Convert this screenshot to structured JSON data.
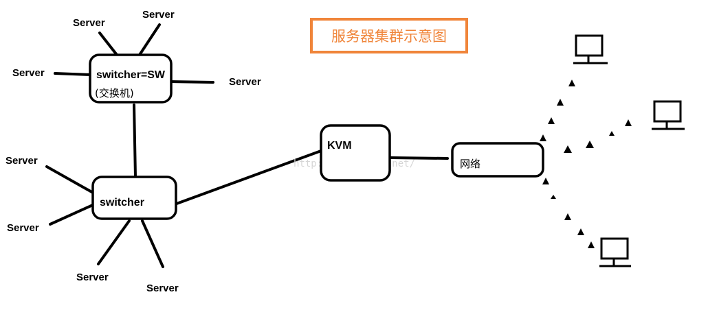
{
  "title": "服务器集群示意图",
  "colors": {
    "title": "#f0853a",
    "stroke": "#000000",
    "watermark": "#d6d6d6"
  },
  "top_switch": {
    "label_line1": "switcher=SW",
    "label_line2": "(交换机)",
    "servers": [
      "Server",
      "Server",
      "Server",
      "Server"
    ]
  },
  "bottom_switch": {
    "label": "switcher",
    "servers": [
      "Server",
      "Server",
      "Server",
      "Server"
    ]
  },
  "kvm": {
    "label": "KVM"
  },
  "network": {
    "label": "网络"
  },
  "watermark": "http://blog.csdn.net/",
  "icons": [
    "computer-icon",
    "computer-icon",
    "computer-icon"
  ]
}
